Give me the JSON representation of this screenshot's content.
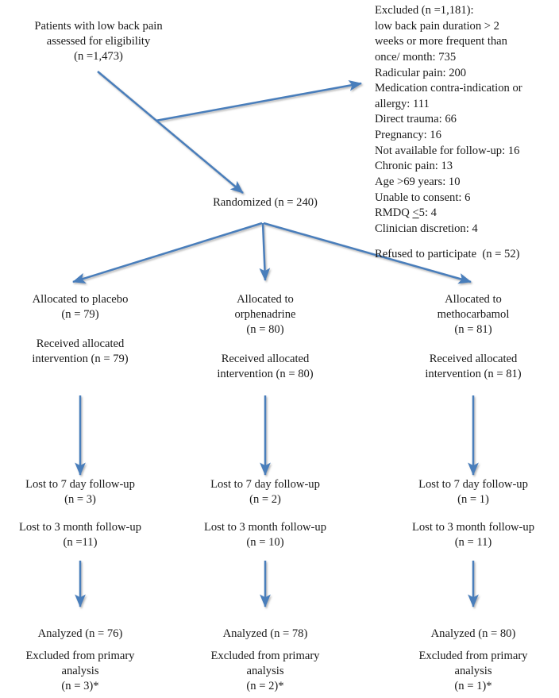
{
  "diagram": {
    "title": "CONSORT flow diagram",
    "arrow_color": "#4a7ebb",
    "text_color": "#1a1a1a",
    "background_color": "#ffffff"
  },
  "enrollment": {
    "assessed": "Patients with low back pain\nassessed for eligibility\n(n =1,473)",
    "randomized": "Randomized (n = 240)"
  },
  "excluded": {
    "heading": "Excluded (n =1,181):",
    "reasons": [
      "low back pain duration > 2\nweeks or more frequent than\nonce/ month: 735",
      "Radicular pain: 200",
      "Medication contra-indication or\nallergy: 111",
      "Direct trauma: 66",
      "Pregnancy: 16",
      "Not available for follow-up: 16",
      "Chronic pain: 13",
      "Age >69 years: 10",
      "Unable to consent: 6"
    ],
    "rmdq_prefix": "RMDQ ",
    "rmdq_symbol": "<",
    "rmdq_suffix": "5: 4",
    "clinician": "Clinician discretion: 4",
    "refused": "Refused to participate  (n = 52)"
  },
  "arms": [
    {
      "id": "placebo",
      "allocated": "Allocated to placebo\n(n = 79)",
      "received": "Received allocated\nintervention (n = 79)",
      "lost_7day": "Lost to 7 day follow-up\n(n = 3)",
      "lost_3month": "Lost to 3 month follow-up\n(n =11)",
      "analyzed": "Analyzed (n = 76)",
      "excluded_primary": "Excluded from primary\nanalysis\n(n = 3)*"
    },
    {
      "id": "orphenadrine",
      "allocated": "Allocated to\norphenadrine\n(n = 80)",
      "received": "Received allocated\nintervention (n = 80)",
      "lost_7day": "Lost to 7 day follow-up\n(n = 2)",
      "lost_3month": "Lost to 3 month follow-up\n(n = 10)",
      "analyzed": "Analyzed (n = 78)",
      "excluded_primary": "Excluded from primary\nanalysis\n(n = 2)*"
    },
    {
      "id": "methocarbamol",
      "allocated": "Allocated to\nmethocarbamol\n(n = 81)",
      "received": "Received allocated\nintervention (n = 81)",
      "lost_7day": "Lost to 7 day follow-up\n(n = 1)",
      "lost_3month": "Lost to 3 month follow-up\n(n = 11)",
      "analyzed": "Analyzed (n = 80)",
      "excluded_primary": "Excluded from primary\nanalysis\n(n = 1)*"
    }
  ]
}
